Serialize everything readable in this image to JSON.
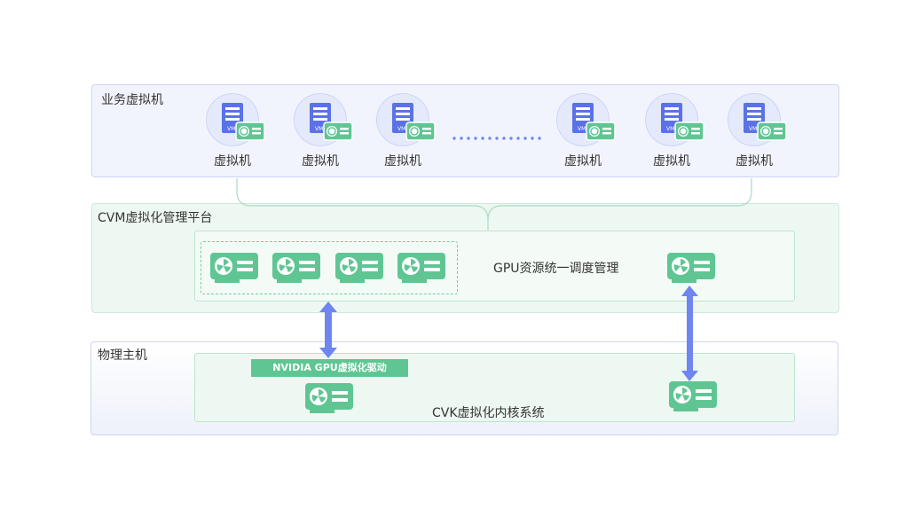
{
  "layers": {
    "business": {
      "title": "业务虚拟机"
    },
    "cvm": {
      "title": "CVM虚拟化管理平台",
      "gpu_scheduling_label": "GPU资源统一调度管理"
    },
    "physical": {
      "title": "物理主机",
      "driver_label": "NVIDIA GPU虚拟化驱动",
      "kernel_label": "CVK虚拟化内核系统"
    }
  },
  "vms": [
    {
      "label": "虚拟机"
    },
    {
      "label": "虚拟机"
    },
    {
      "label": "虚拟机"
    },
    {
      "label": "虚拟机"
    },
    {
      "label": "虚拟机"
    },
    {
      "label": "虚拟机"
    }
  ],
  "icons": [
    "server-icon",
    "gpu-card-icon",
    "dots-separator",
    "double-arrow-icon",
    "brace-connector"
  ],
  "colors": {
    "business_bg": "#f2f4fd",
    "business_border": "#cdd5f0",
    "cvm_bg": "#eef8f2",
    "cvm_border": "#cfe9da",
    "physical_bg": "#f3f5fc",
    "physical_border": "#cdd5ef",
    "gpu_green": "#5fc693",
    "server_blue": "#5b72e6",
    "arrow_blue": "#6f86f0"
  }
}
